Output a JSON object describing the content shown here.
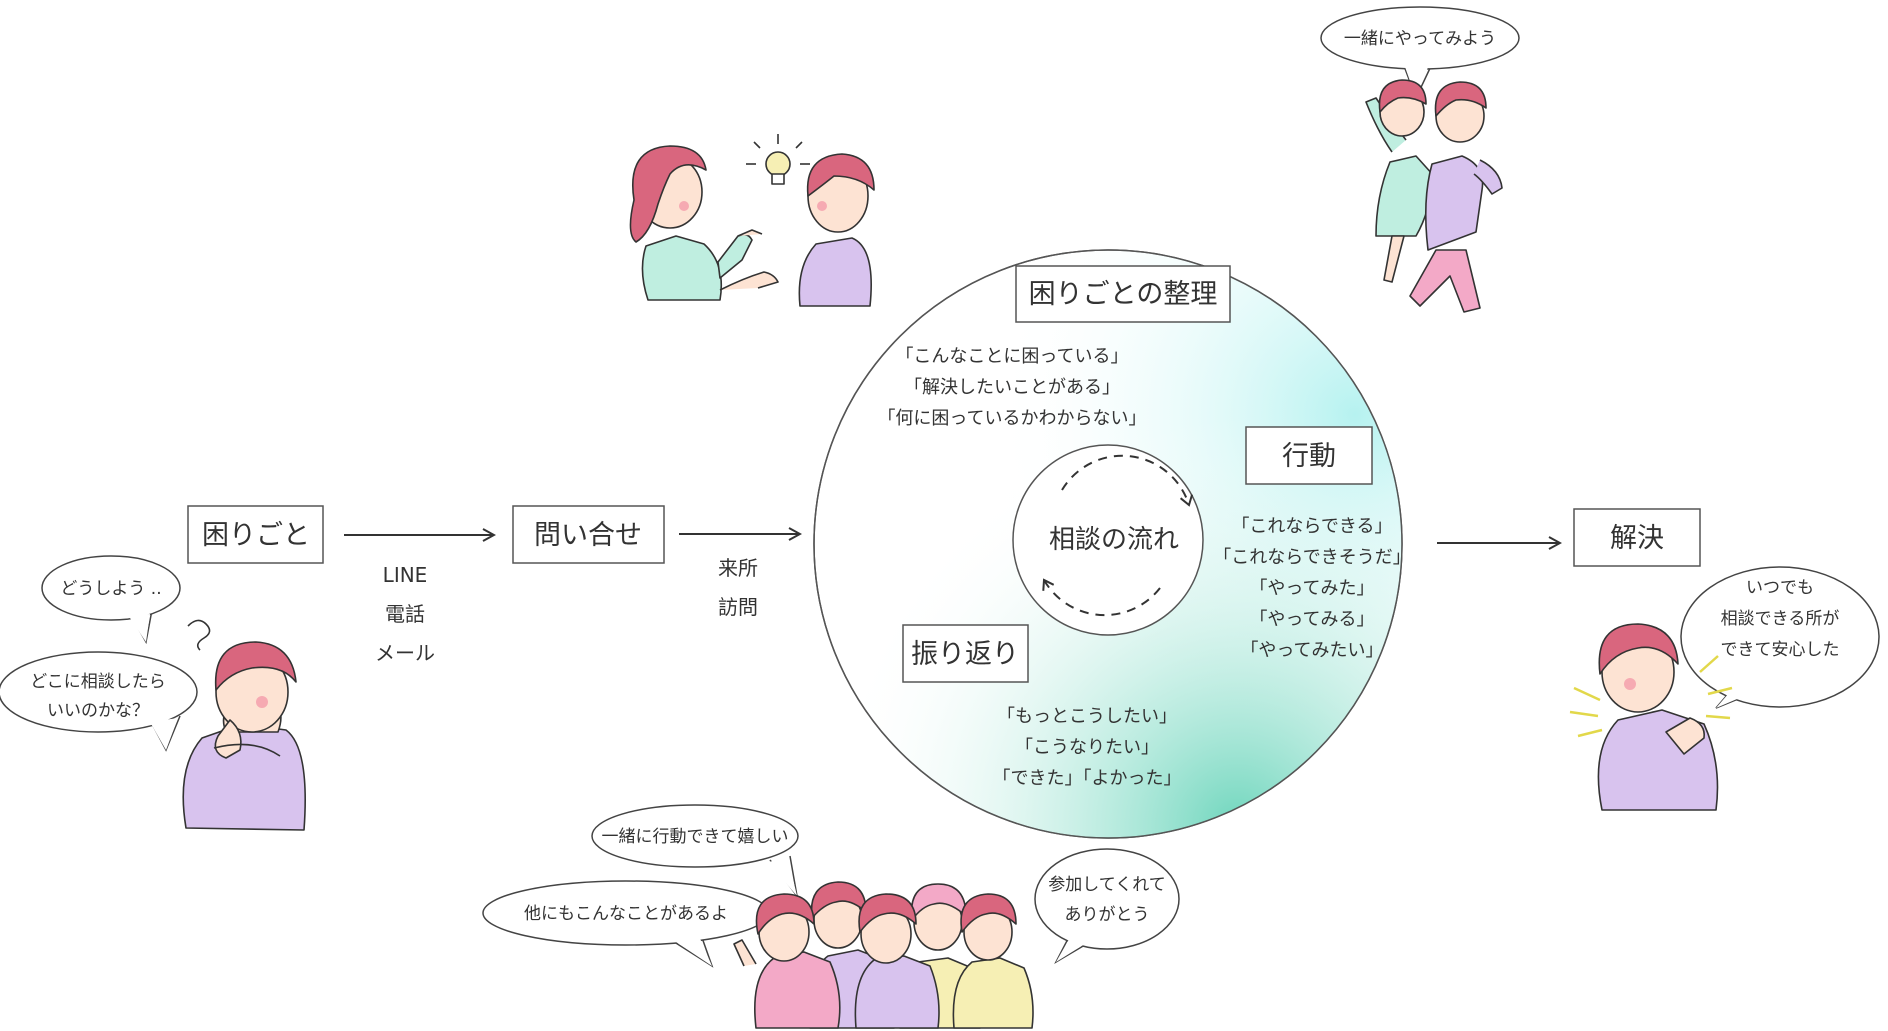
{
  "flow": {
    "problem": "困りごと",
    "inquiry": "問い合せ",
    "solution": "解決",
    "inquiry_methods": [
      "LINE",
      "電話",
      "メール"
    ],
    "visit_methods": [
      "来所",
      "訪問"
    ]
  },
  "cycle": {
    "center": "相談の流れ",
    "organize_title": "困りごとの整理",
    "organize_lines": [
      "「こんなことに困っている」",
      "「解決したいことがある」",
      "「何に困っているかわからない」"
    ],
    "action_title": "行動",
    "action_lines": [
      "「これならできる」",
      "「これならできそうだ」",
      "「やってみた」",
      "「やってみる」",
      "「やってみたい」"
    ],
    "reflect_title": "振り返り",
    "reflect_lines": [
      "「もっとこうしたい」",
      "「こうなりたい」",
      "「できた」「よかった」"
    ]
  },
  "bubbles": {
    "worry1": "どうしよう ..",
    "worry2": [
      "どこに相談したら",
      "いいのかな？"
    ],
    "together": "一緒にやってみよう",
    "relief": [
      "いつでも",
      "相談できる所が",
      "できて安心した"
    ],
    "group1": "一緒に行動できて嬉しい",
    "group2": "他にもこんなことがあるよ",
    "group3": [
      "参加してくれて",
      "ありがとう"
    ]
  },
  "colors": {
    "skin": "#fde3d3",
    "hair": "#d9667e",
    "shirt_purple": "#d8c3ee",
    "shirt_green": "#bfeee0",
    "shirt_pink": "#f3a9c7",
    "shirt_yellow": "#f6efb4",
    "circle_teal": "#7fdcc6",
    "circle_cyan": "#c8f5f3"
  },
  "icons": [
    "lightbulb-icon",
    "question-squiggle-icon",
    "emphasis-rays-icon"
  ]
}
